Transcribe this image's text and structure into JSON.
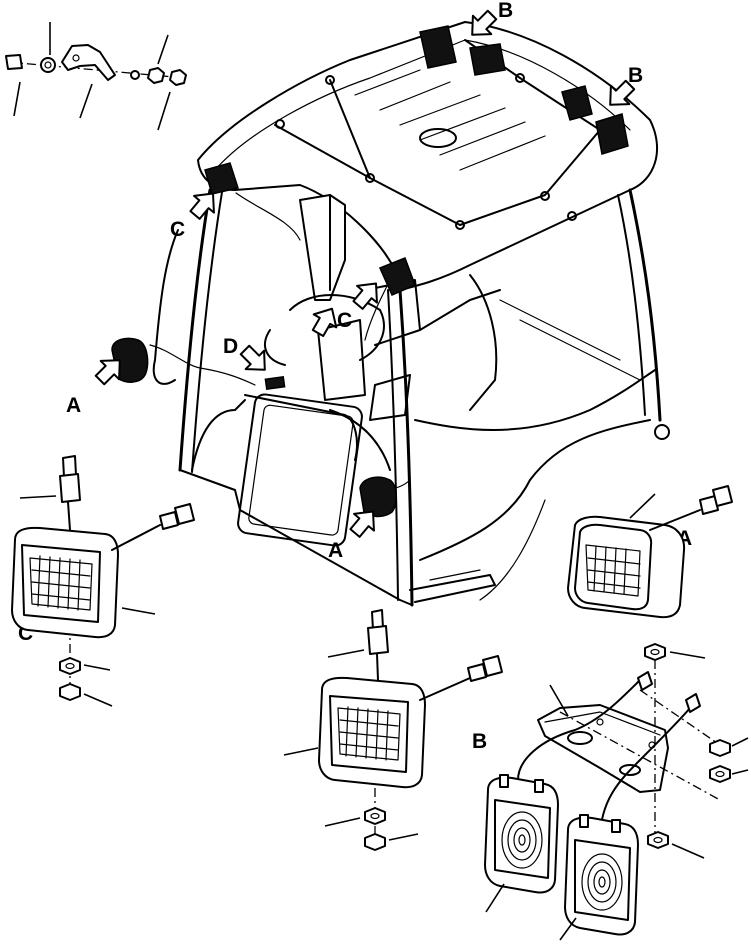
{
  "callouts": {
    "a_front_left": "A",
    "a_front_right": "A",
    "a_rear": "A",
    "b_roof_front": "B",
    "b_roof_right": "B",
    "b_detail": "B",
    "c_left_post": "C",
    "c_inner": "C",
    "c_detail": "C",
    "d_switch": "D"
  },
  "icons": {
    "arrow": "hollow-arrow-icon",
    "lamp": "work-lamp-icon",
    "beacon": "beacon-lamp-icon",
    "nut": "hex-nut-icon",
    "connector": "connector-plug-icon"
  }
}
